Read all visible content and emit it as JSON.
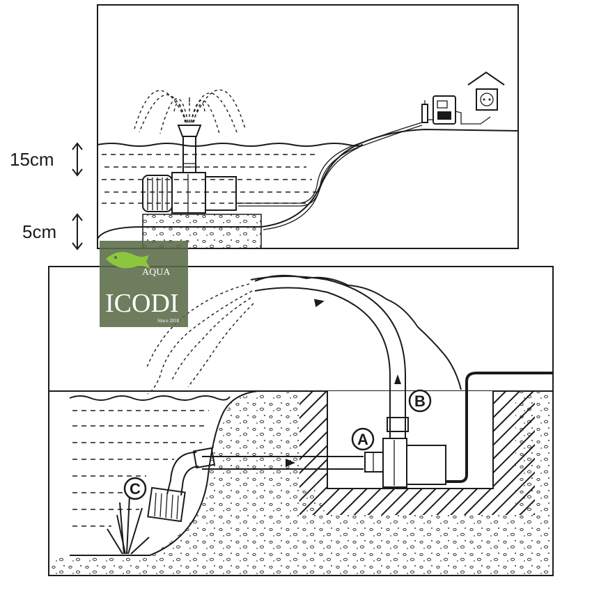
{
  "diagram": {
    "top_panel": {
      "measure_upper": "15cm",
      "measure_lower": "5cm"
    },
    "bottom_panel": {
      "label_a": "A",
      "label_b": "B",
      "label_c": "C"
    },
    "watermark": {
      "line1": "AQUA",
      "line2": "ICODI",
      "line3": "Since 2018"
    },
    "colors": {
      "line": "#1a1a1a",
      "watermark_bg": "#5a6b48",
      "watermark_accent": "#8cc63f"
    }
  }
}
